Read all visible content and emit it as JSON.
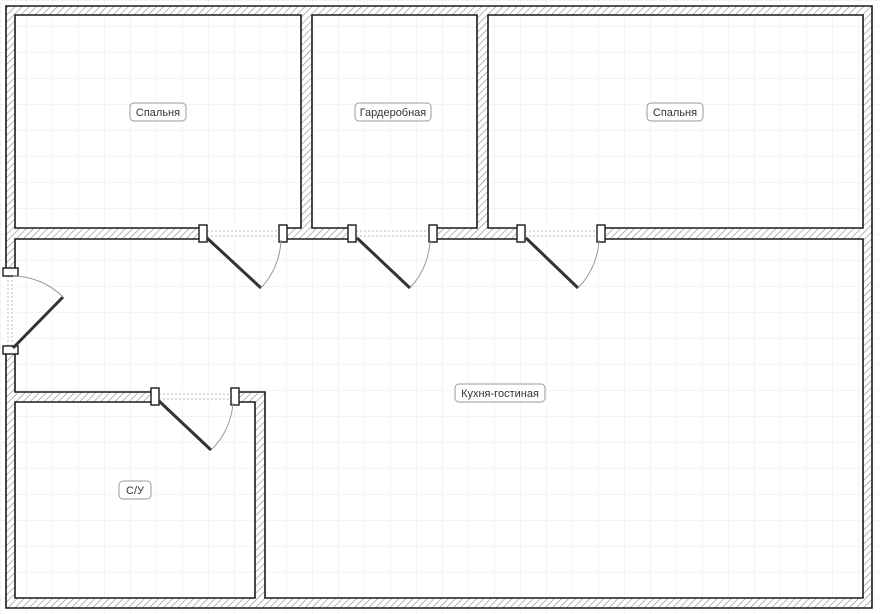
{
  "colors": {
    "background": "#ffffff",
    "grid": "#e8e8e8",
    "wall_stroke": "#1a1a1a",
    "hatch": "#8a8a8a",
    "room_fill": "#ffffff",
    "label_border": "#9a9a9a",
    "label_text": "#333333",
    "door_leaf": "#333333",
    "door_swing": "#999999"
  },
  "rooms": [
    {
      "id": "bedroom-left",
      "label": "Спальня"
    },
    {
      "id": "wardrobe",
      "label": "Гардеробная"
    },
    {
      "id": "bedroom-right",
      "label": "Спальня"
    },
    {
      "id": "kitchen-living",
      "label": "Кухня-гостиная"
    },
    {
      "id": "bathroom",
      "label": "С/У"
    }
  ]
}
